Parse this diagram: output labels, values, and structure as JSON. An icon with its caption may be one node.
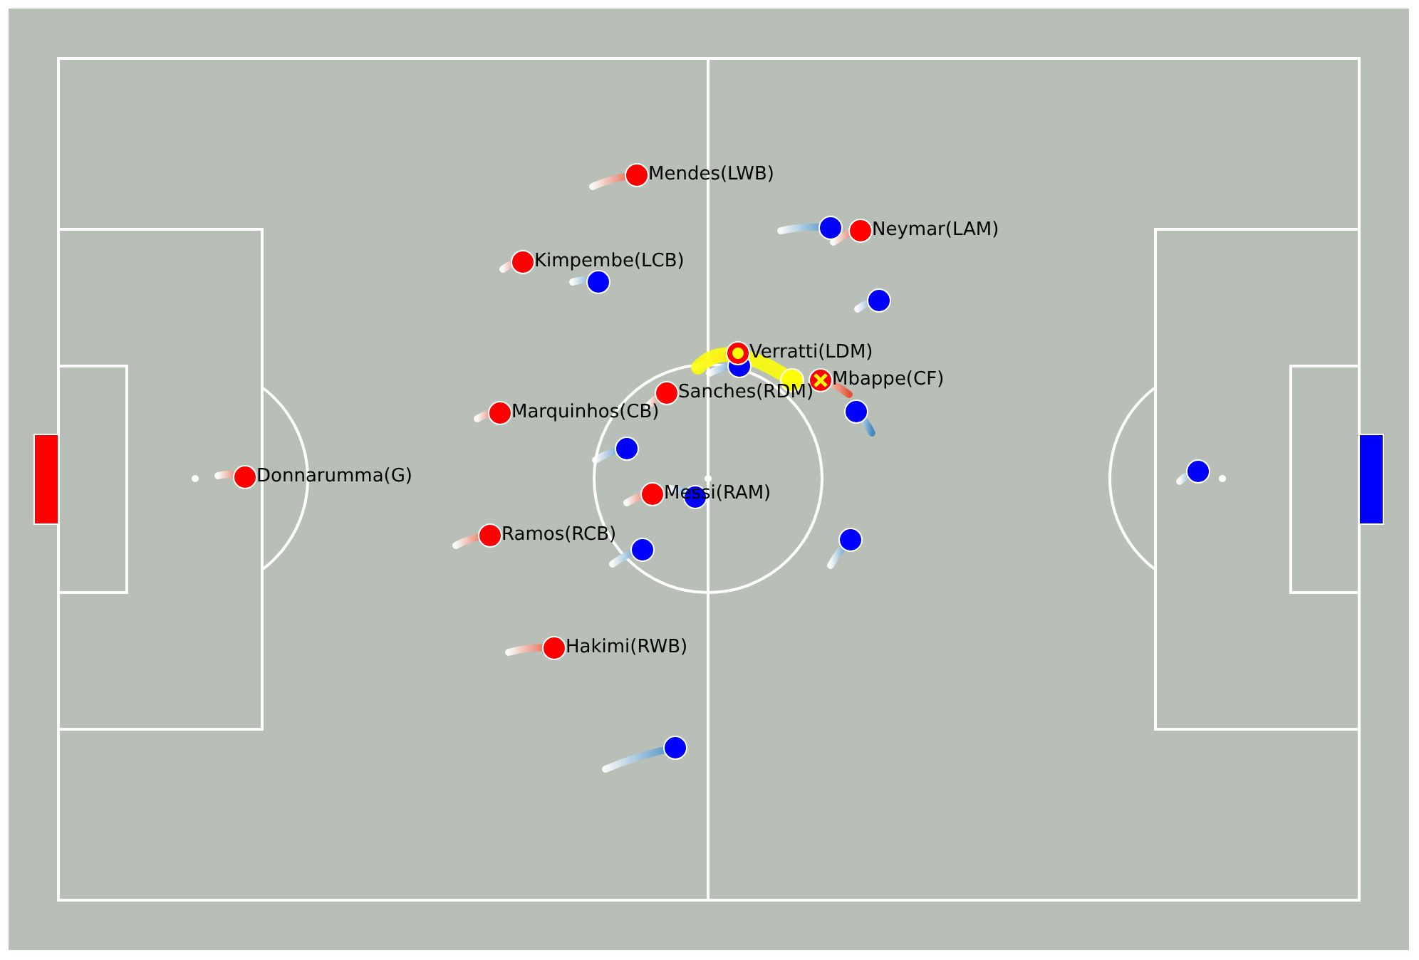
{
  "diagram": {
    "labels": [
      "Mendes(LWB)",
      "Neymar(LAM)",
      "Kimpembe(LCB)",
      "Verratti(LDM)",
      "Mbappe(CF)",
      "Sanches(RDM)",
      "Marquinhos(CB)",
      "Donnarumma(G)",
      "Messi(RAM)",
      "Ramos(RCB)",
      "Hakimi(RWB)"
    ]
  }
}
